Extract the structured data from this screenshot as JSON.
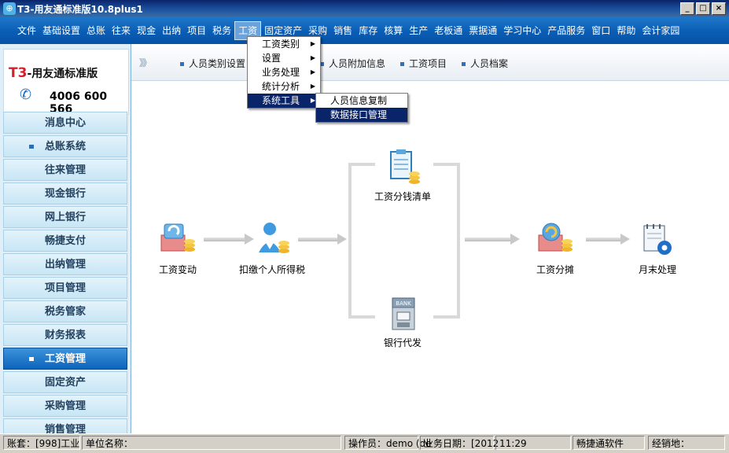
{
  "window": {
    "title": "T3-用友通标准版10.8plus1",
    "buttons": [
      "_",
      "□",
      "×"
    ]
  },
  "menubar": {
    "items": [
      "文件",
      "基础设置",
      "总账",
      "往来",
      "现金",
      "出纳",
      "项目",
      "税务",
      "工资",
      "固定资产",
      "采购",
      "销售",
      "库存",
      "核算",
      "生产",
      "老板通",
      "票据通",
      "学习中心",
      "产品服务",
      "窗口",
      "帮助",
      "会计家园"
    ],
    "active": "工资"
  },
  "logo": {
    "brand_prefix": "T3",
    "brand_rest": "-用友通标准版",
    "phone": "4006 600 566"
  },
  "nav": {
    "items": [
      {
        "label": "消息中心",
        "bullet": false,
        "selected": false
      },
      {
        "label": "总账系统",
        "bullet": true,
        "selected": false
      },
      {
        "label": "往来管理",
        "bullet": false,
        "selected": false
      },
      {
        "label": "现金银行",
        "bullet": false,
        "selected": false
      },
      {
        "label": "网上银行",
        "bullet": false,
        "selected": false
      },
      {
        "label": "畅捷支付",
        "bullet": false,
        "selected": false
      },
      {
        "label": "出纳管理",
        "bullet": false,
        "selected": false
      },
      {
        "label": "项目管理",
        "bullet": false,
        "selected": false
      },
      {
        "label": "税务管家",
        "bullet": false,
        "selected": false
      },
      {
        "label": "财务报表",
        "bullet": false,
        "selected": false
      },
      {
        "label": "工资管理",
        "bullet": true,
        "selected": true
      },
      {
        "label": "固定资产",
        "bullet": false,
        "selected": false
      },
      {
        "label": "采购管理",
        "bullet": false,
        "selected": false
      },
      {
        "label": "销售管理",
        "bullet": false,
        "selected": false
      }
    ]
  },
  "toolbar": {
    "arrow": "》》",
    "items": [
      "人员类别设置",
      "人员附加信息",
      "工资项目",
      "人员档案"
    ]
  },
  "flow": {
    "nodes": {
      "salary_change": "工资变动",
      "tax": "扣缴个人所得税",
      "cash_list": "工资分钱清单",
      "bank": "银行代发",
      "allocation": "工资分摊",
      "month_end": "月末处理"
    },
    "icon_text": {
      "bank": "BANK"
    }
  },
  "menu": {
    "items": [
      "工资类别",
      "设置",
      "业务处理",
      "统计分析",
      "系统工具"
    ],
    "highlighted": "系统工具",
    "submenu": [
      "人员信息复制",
      "数据接口管理"
    ],
    "submenu_highlighted": "数据接口管理"
  },
  "statusbar": {
    "account": "账套：[998]工业",
    "unit": "单位名称：",
    "operator": "操作员：demo (de",
    "date": "业务日期：[2012",
    "time": "11:29",
    "vendor": "畅捷通软件",
    "dealer": "经销地："
  }
}
